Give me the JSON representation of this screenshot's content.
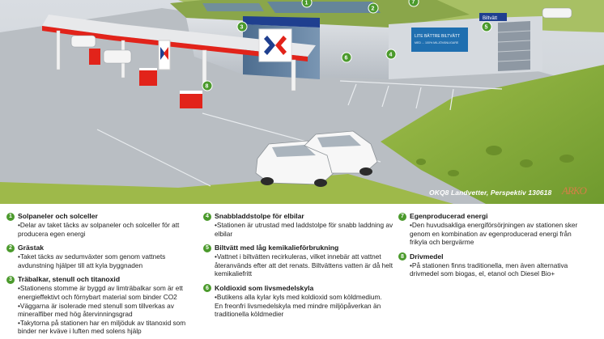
{
  "render": {
    "caption": "OKQ8 Landvetter,  Perspektiv 130618",
    "architect_mark": "ARKO",
    "billboard_lines": [
      "LITE BÄTTRE BILTVÄTT",
      "MED ... 100% MILJÖVÄNLIGARE"
    ],
    "wash_sign": "Biltvätt",
    "markers": [
      "1",
      "2",
      "3",
      "4",
      "5",
      "6",
      "7",
      "8"
    ]
  },
  "legend": {
    "items": [
      {
        "number": "1",
        "title": "Solpaneler och solceller",
        "bullets": [
          "Delar av taket täcks av solpaneler och solceller för att producera egen energi"
        ]
      },
      {
        "number": "2",
        "title": "Grästak",
        "bullets": [
          "Taket täcks av sedumväxter som genom vattnets avdunstning hjälper till att kyla byggnaden"
        ]
      },
      {
        "number": "3",
        "title": "Träbalkar, stenull och titanoxid",
        "bullets": [
          "Stationens stomme är byggd av limträbalkar som är ett energieffektivt och förnybart material som binder CO2",
          "Väggarna är isolerade med stenull som tillverkas av mineralfiber med hög återvinningsgrad",
          "Takytorna på stationen har en miljöduk av titanoxid som binder ner kväve i luften med solens hjälp"
        ]
      },
      {
        "number": "4",
        "title": "Snabbladdstolpe för elbilar",
        "bullets": [
          "Stationen är utrustad med laddstolpe för snabb laddning av elbilar"
        ]
      },
      {
        "number": "5",
        "title": "Biltvätt med låg kemikalieförbrukning",
        "bullets": [
          "Vattnet i biltvätten recirkuleras, vilket innebär att vattnet återanvänds efter att det renats. Biltvättens vatten är då helt kemikaliefritt"
        ]
      },
      {
        "number": "6",
        "title": "Koldioxid som livsmedelskyla",
        "bullets": [
          "Butikens alla kylar kyls med koldioxid som köldmedium."
        ],
        "extra": "En freonfri livsmedelskyla med mindre miljöpåverkan än traditionella köldmedier"
      },
      {
        "number": "7",
        "title": "Egenproducerad energi",
        "bullets": [
          "Den huvudsakliga energiförsörjningen av stationen sker genom en kombination av egenproducerad energi från frikyla och bergvärme"
        ]
      },
      {
        "number": "8",
        "title": "Drivmedel",
        "bullets": [
          "På stationen finns traditionella, men även alternativa drivmedel som biogas, el, etanol och Diesel Bio+"
        ]
      }
    ]
  },
  "colors": {
    "marker_green": "#4b9a2c",
    "brand_red": "#e2231a",
    "brand_blue": "#1f3f8f",
    "grass": "#8fae3a",
    "asphalt": "#b7bcc1",
    "sky": "#dfe3e7"
  }
}
